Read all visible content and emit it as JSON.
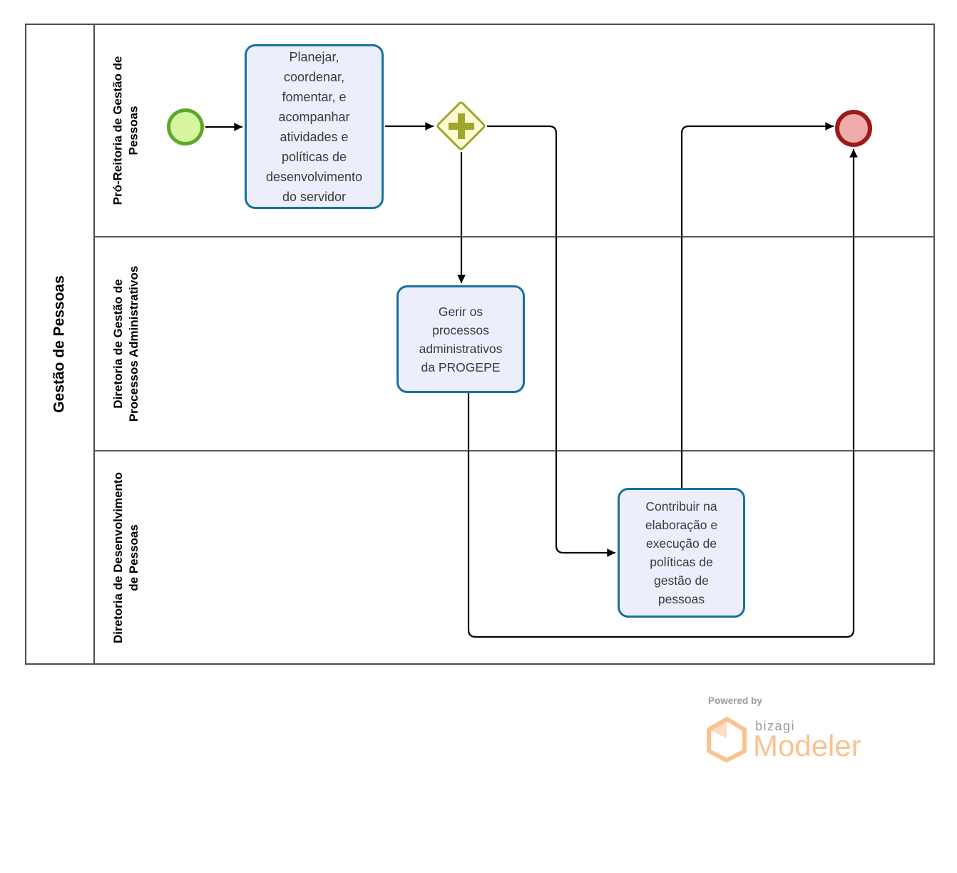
{
  "pool": {
    "title": "Gestão de Pessoas"
  },
  "lanes": [
    {
      "label": "Pró-Reitoria de Gestão de\nPessoas"
    },
    {
      "label": "Diretoria de Gestão de\nProcessos Administrativos"
    },
    {
      "label": "Diretoria de Desenvolvimento\nde Pessoas"
    }
  ],
  "nodes": {
    "start_event": {
      "type": "start-event"
    },
    "task_planejar": {
      "label": "Planejar,\ncoordenar,\nfomentar, e\nacompanhar\natividades e\npolíticas de\ndesenvolvimento\ndo servidor"
    },
    "gateway_parallel": {
      "type": "parallel-gateway"
    },
    "task_gerir": {
      "label": "Gerir os\nprocessos\nadministrativos\nda PROGEPE"
    },
    "task_contribuir": {
      "label": "Contribuir na\nelaboração e\nexecução de\npolíticas de\ngestão de\npessoas"
    },
    "end_event": {
      "type": "end-event"
    }
  },
  "branding": {
    "powered_by": "Powered by",
    "brand": "bizagi",
    "product": "Modeler"
  },
  "colors": {
    "task-fill": "#ECEFFB",
    "task-border": "#17719E",
    "start-fill": "#D7F5A1",
    "start-border": "#5CA827",
    "gateway-fill": "#FBFCD2",
    "gateway-border": "#A1A52B",
    "end-fill": "#F0ACAC",
    "end-border": "#9C1B1A",
    "flow": "#000000",
    "frame": "#4D4D4D",
    "lane-line": "#5A5A5A",
    "logo-orange": "#F9C38F",
    "logo-gray": "#9B9B9B",
    "text": "#3A3A3A"
  }
}
